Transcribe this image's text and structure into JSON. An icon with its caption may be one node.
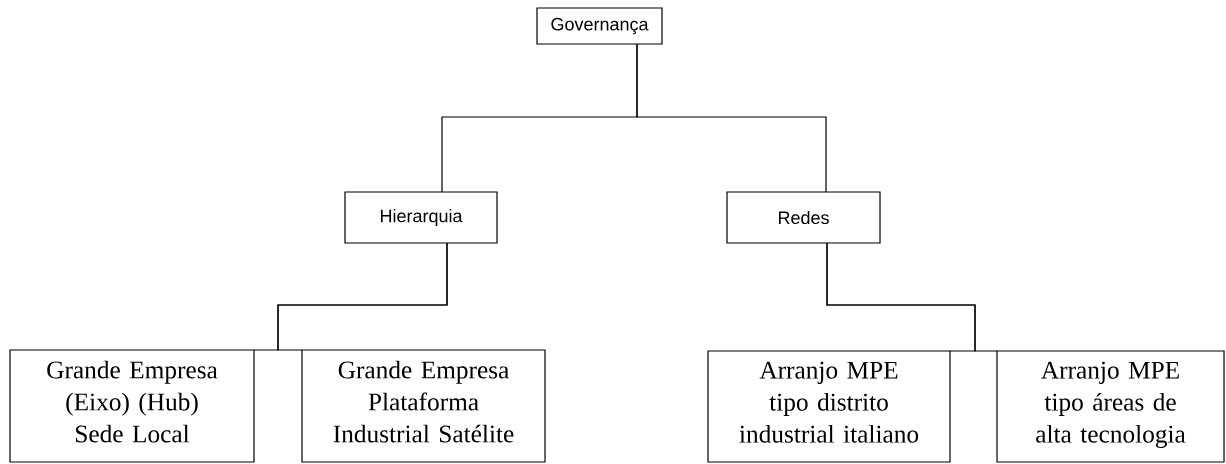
{
  "diagram": {
    "nodes": [
      {
        "text": [
          "Governança"
        ]
      },
      {
        "text": [
          "Hierarquia"
        ]
      },
      {
        "text": [
          "Redes"
        ]
      },
      {
        "text": [
          "Grande Empresa (Eixo) (Hub) Sede Local"
        ]
      },
      {
        "text": [
          "Grande Empresa Plataforma Industrial Satélite"
        ]
      },
      {
        "text": [
          "Arranjo MPE tipo distrito industrial italiano"
        ]
      },
      {
        "text": [
          "Arranjo MPE tipo áreas de alta tecnologia"
        ]
      }
    ],
    "edges": [
      {
        "from": 0,
        "to": 1,
        "arrow": "none"
      },
      {
        "from": 0,
        "to": 2,
        "arrow": "none"
      },
      {
        "from": 1,
        "to": 3,
        "arrow": "none"
      },
      {
        "from": 1,
        "to": 4,
        "arrow": "none"
      },
      {
        "from": 2,
        "to": 5,
        "arrow": "none"
      },
      {
        "from": 2,
        "to": 6,
        "arrow": "none"
      }
    ]
  }
}
